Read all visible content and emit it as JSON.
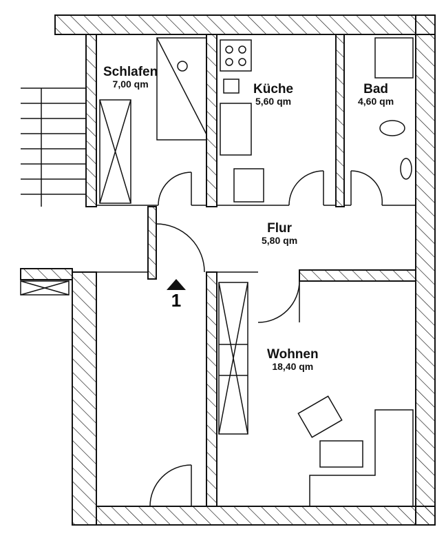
{
  "rooms": {
    "schlafen": {
      "name": "Schlafen",
      "area": "7,00 qm"
    },
    "kueche": {
      "name": "Küche",
      "area": "5,60 qm"
    },
    "bad": {
      "name": "Bad",
      "area": "4,60 qm"
    },
    "flur": {
      "name": "Flur",
      "area": "5,80 qm"
    },
    "wohnen": {
      "name": "Wohnen",
      "area": "18,40 qm"
    }
  },
  "entrance": {
    "number": "1"
  }
}
